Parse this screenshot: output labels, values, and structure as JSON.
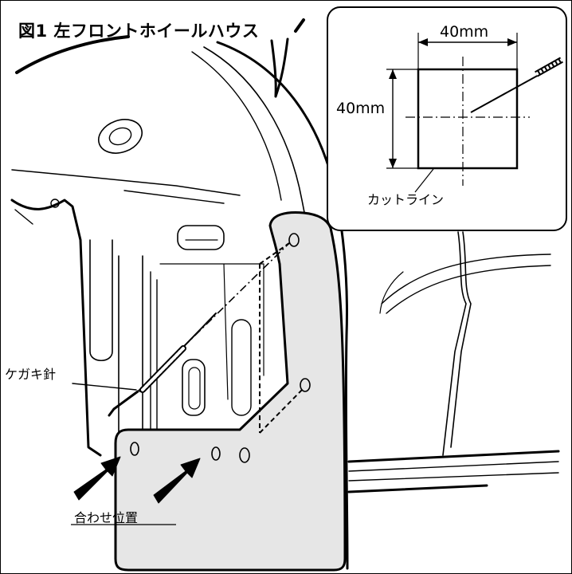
{
  "figure": {
    "title": "図1 左フロントホイールハウス",
    "labels": {
      "scriber": "ケガキ針",
      "alignment": "合わせ位置"
    },
    "inset": {
      "width_label": "40mm",
      "height_label": "40mm",
      "cut_line_label": "カットライン"
    }
  },
  "colors": {
    "line": "#000000",
    "flap_fill": "#e6e6e6",
    "background": "#ffffff"
  }
}
